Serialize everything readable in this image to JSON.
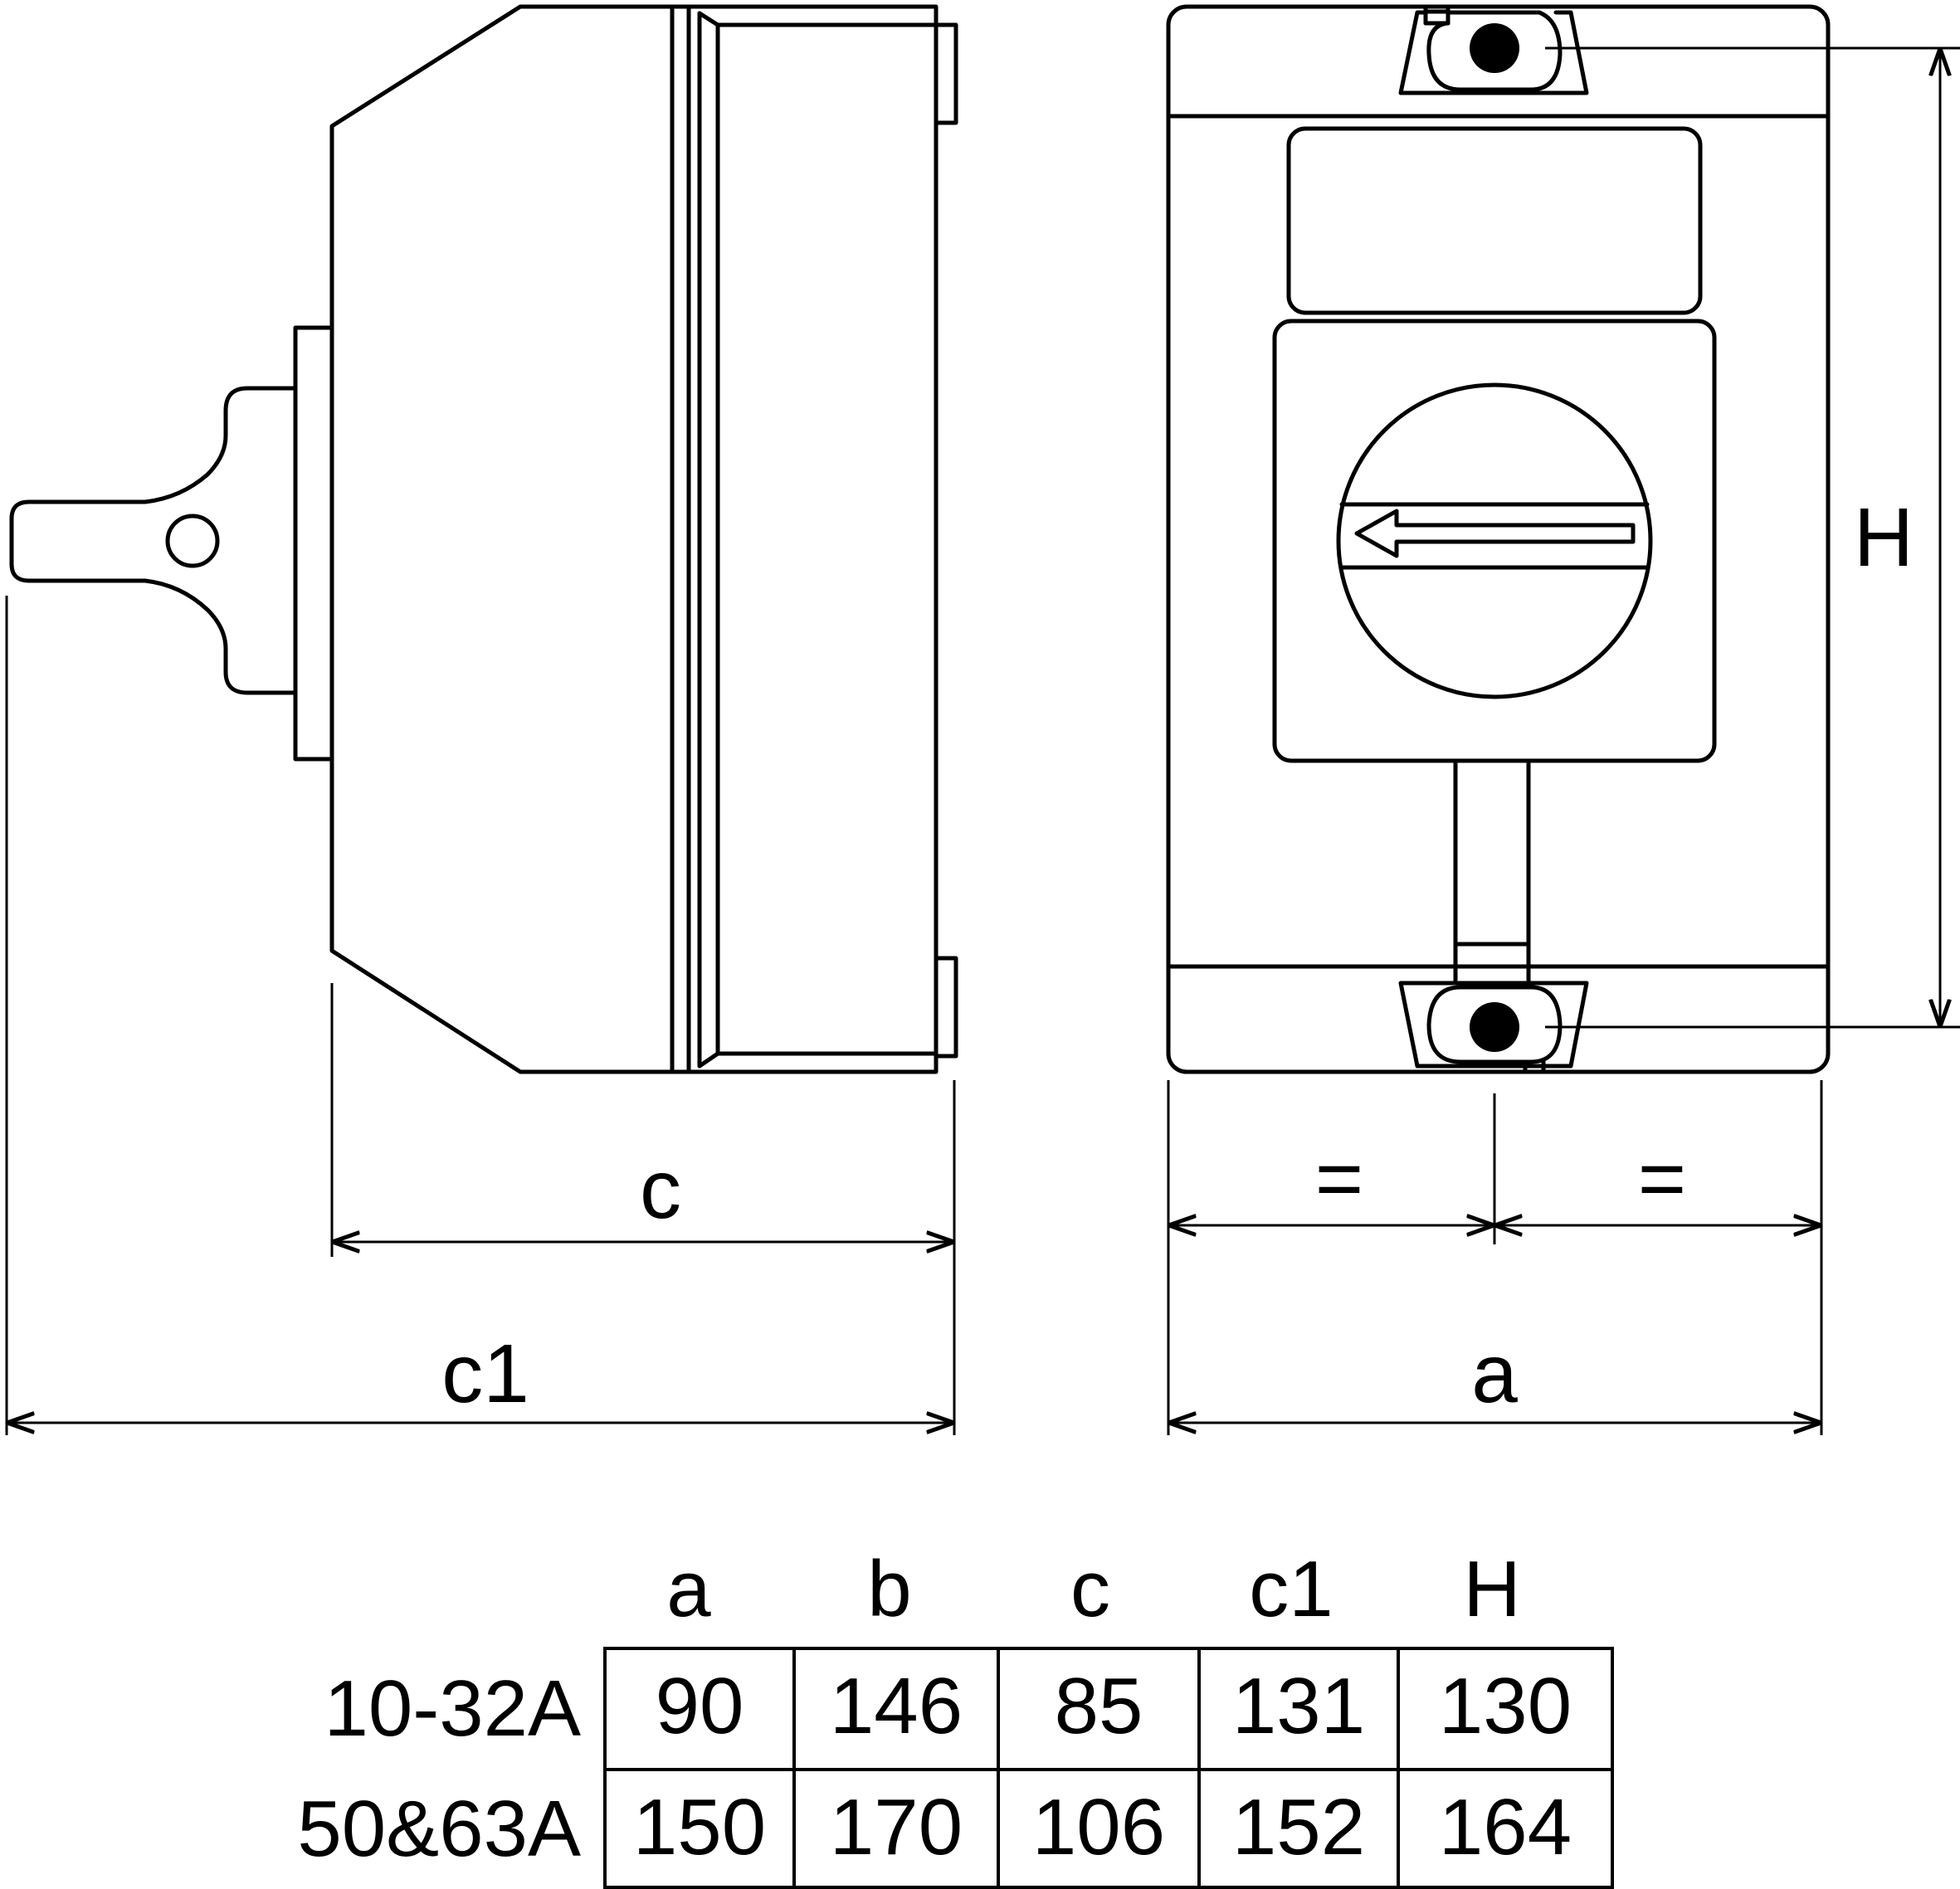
{
  "drawing": {
    "side_view_labels": {
      "c": "c",
      "c1": "c1"
    },
    "front_view_labels": {
      "H": "H",
      "a": "a",
      "equal_left": "=",
      "equal_right": "="
    }
  },
  "table": {
    "columns": [
      "a",
      "b",
      "c",
      "c1",
      "H"
    ],
    "rows": [
      {
        "label": "10-32A",
        "values": [
          "90",
          "146",
          "85",
          "131",
          "130"
        ]
      },
      {
        "label": "50&63A",
        "values": [
          "150",
          "170",
          "106",
          "152",
          "164"
        ]
      }
    ]
  }
}
